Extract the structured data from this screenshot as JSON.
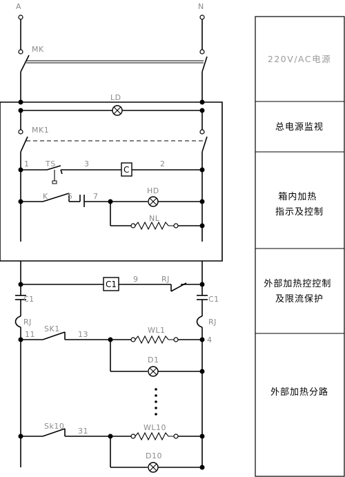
{
  "terminals": {
    "phase": "A",
    "neutral": "N"
  },
  "components": {
    "main_switch": "MK",
    "power_lamp": "LD",
    "switch_2": "MK1",
    "thermostat": "TS",
    "node_1": "1",
    "node_3": "3",
    "contactor_coil": "C",
    "node_2": "2",
    "button_k": "K",
    "node_5": "5",
    "node_7": "7",
    "heat_lamp": "HD",
    "heater_nl": "NL",
    "coil_c1": "C1",
    "node_9": "9",
    "relay_rj": "RJ",
    "contact_c1_left": "C1",
    "contact_c1_right": "C1",
    "rj_left": "RJ",
    "rj_right": "RJ",
    "node_11": "11",
    "sk1": "SK1",
    "node_13": "13",
    "wl1": "WL1",
    "node_4": "4",
    "d1": "D1",
    "sk10": "Sk10",
    "node_31": "31",
    "wl10": "WL10",
    "d10": "D10"
  },
  "panels": [
    {
      "text": "220V/AC电源"
    },
    {
      "text": "总电源监视"
    },
    {
      "text": "箱内加热\n指示及控制"
    },
    {
      "text": "外部加热控控制\n及限流保护"
    },
    {
      "text": "外部加热分路"
    }
  ]
}
